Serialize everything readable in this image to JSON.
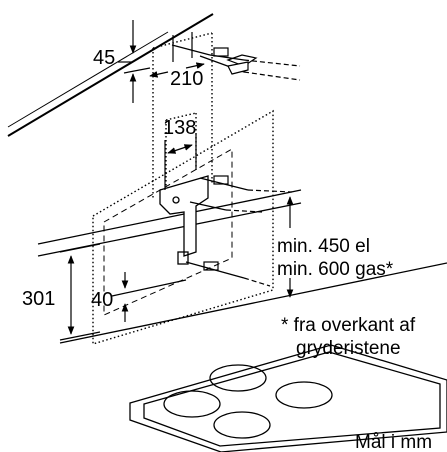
{
  "dimensions": {
    "ceiling_offset": "45",
    "bracket_spacing": "210",
    "mount_width": "138",
    "template_height": "301",
    "lower_offset": "40"
  },
  "clearance": {
    "line1": "min. 450 el",
    "line2": "min. 600 gas*"
  },
  "footnote": {
    "line1": "* fra overkant af",
    "line2": "gryderistene"
  },
  "units_note": "Mål i mm",
  "colors": {
    "ink": "#000000",
    "background": "#ffffff"
  }
}
